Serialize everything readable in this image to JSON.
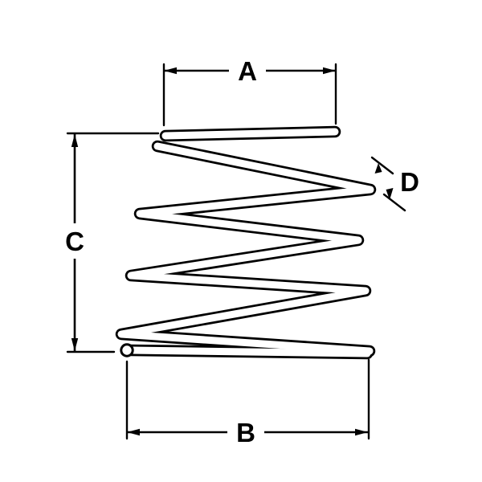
{
  "diagram": {
    "background_color": "#ffffff",
    "line_color": "#000000",
    "wire_fill_color": "#ffffff",
    "dimension_labels": {
      "top_diameter": "A",
      "bottom_diameter": "B",
      "overall_height": "C",
      "wire_diameter": "D"
    }
  }
}
